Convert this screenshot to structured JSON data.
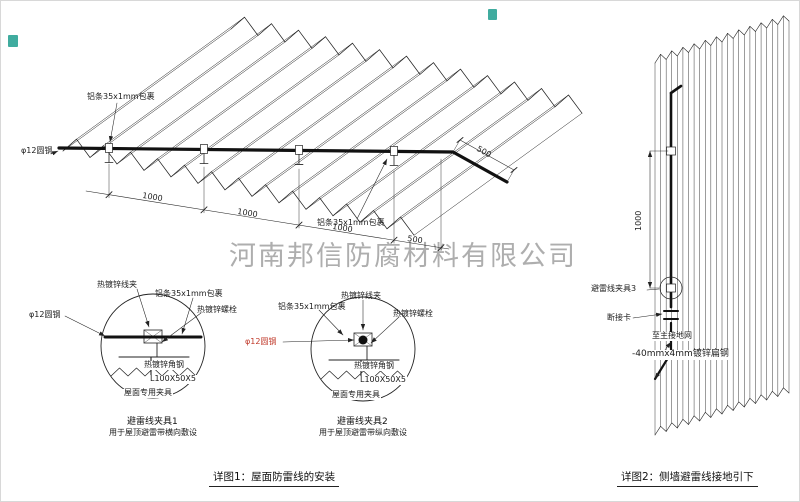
{
  "watermark": "河南邦信防腐材料有限公司",
  "roof": {
    "strip_label_top": "铝条35x1mm包裹",
    "strip_label_bottom": "铝条35x1mm包裹",
    "round_steel_label": "φ12圆钢",
    "dims": {
      "d1": "1000",
      "d2": "1000",
      "d3": "1000",
      "d4": "500",
      "d5": "500"
    }
  },
  "detail1": {
    "caption": "详图1：屋面防雷线的安装",
    "clamp1": {
      "title": "避雷线夹具1",
      "subtitle": "用于屋顶避雷带横向敷设",
      "wire_clip": "热镀锌线夹",
      "strip": "铝条35x1mm包裹",
      "bolt": "热镀锌螺栓",
      "round_steel": "φ12圆钢",
      "angle_steel": "热镀锌角钢",
      "angle_size": "L100X50X5",
      "roof_clamp": "屋面专用夹具"
    },
    "clamp2": {
      "title": "避雷线夹具2",
      "subtitle": "用于屋顶避雷带纵向敷设",
      "wire_clip": "热镀锌线夹",
      "strip": "铝条35x1mm包裹",
      "bolt": "热镀锌螺栓",
      "round_steel": "φ12圆钢",
      "angle_steel": "热镀锌角钢",
      "angle_size": "L100X50X5",
      "roof_clamp": "屋面专用夹具"
    }
  },
  "detail2": {
    "caption": "详图2：侧墙避雷线接地引下",
    "vertical_dim": "1000",
    "clamp3": "避雷线夹具3",
    "disconnect": "断接卡",
    "to_ground": "至主接地网",
    "flat_steel": "-40mmx4mm镀锌扁钢"
  },
  "colors": {
    "line": "#222222",
    "wire": "#111111",
    "red_label": "#c03a2b",
    "stamp_teal": "#1f9e8e",
    "watermark_gray": "#8f8f8f"
  }
}
